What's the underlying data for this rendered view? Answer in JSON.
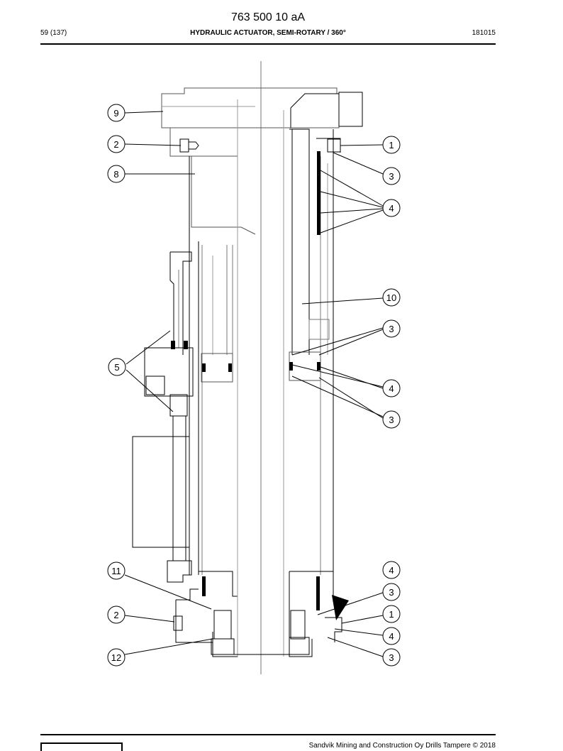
{
  "header": {
    "doc_number": "763 500 10 aA",
    "page": "59 (137)",
    "title": "HYDRAULIC ACTUATOR, SEMI-ROTARY / 360°",
    "date_code": "181015"
  },
  "footer": {
    "copyright": "Sandvik Mining and Construction Oy Drills Tampere © 2018"
  },
  "callouts": [
    {
      "id": "c9",
      "label": "9"
    },
    {
      "id": "c2a",
      "label": "2"
    },
    {
      "id": "c8",
      "label": "8"
    },
    {
      "id": "c5",
      "label": "5"
    },
    {
      "id": "c11",
      "label": "11"
    },
    {
      "id": "c2b",
      "label": "2"
    },
    {
      "id": "c12",
      "label": "12"
    },
    {
      "id": "c1a",
      "label": "1"
    },
    {
      "id": "c3a",
      "label": "3"
    },
    {
      "id": "c4a",
      "label": "4"
    },
    {
      "id": "c10",
      "label": "10"
    },
    {
      "id": "c3b",
      "label": "3"
    },
    {
      "id": "c4b",
      "label": "4"
    },
    {
      "id": "c3c",
      "label": "3"
    },
    {
      "id": "c4c",
      "label": "4"
    },
    {
      "id": "c3d",
      "label": "3"
    },
    {
      "id": "c1b",
      "label": "1"
    },
    {
      "id": "c4d",
      "label": "4"
    },
    {
      "id": "c3e",
      "label": "3"
    }
  ]
}
